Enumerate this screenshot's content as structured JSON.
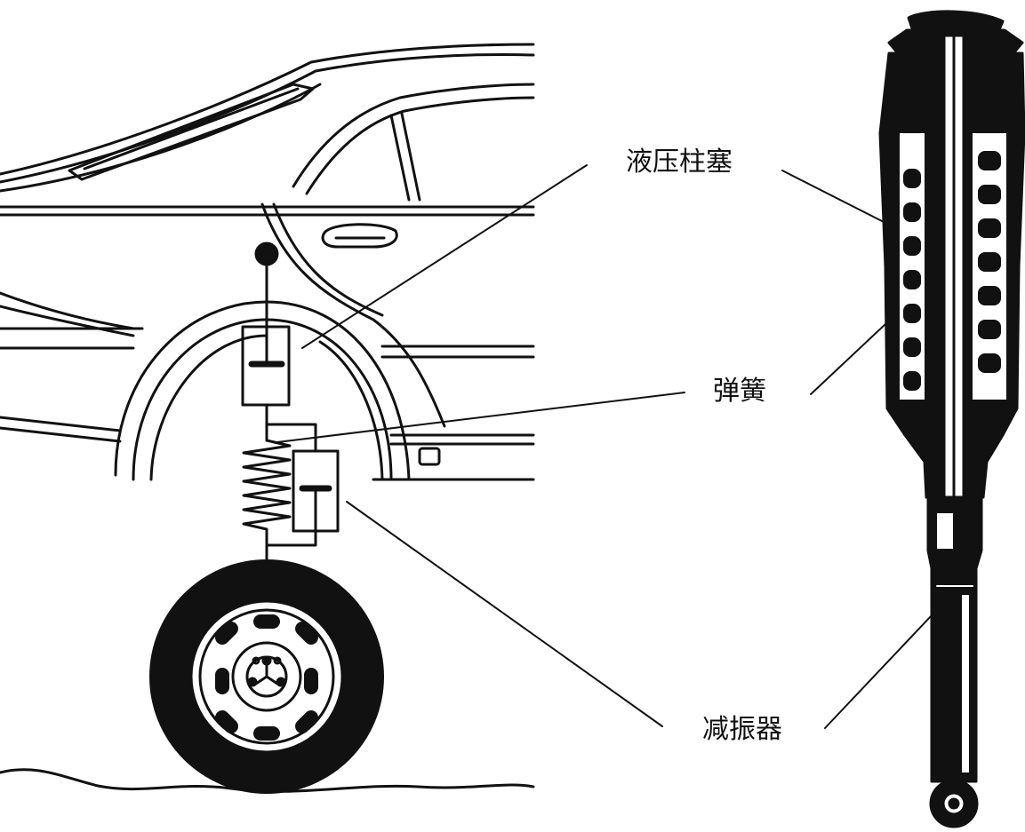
{
  "labels": {
    "hydraulic_plunger": "液压柱塞",
    "spring": "弹簧",
    "shock_absorber": "减振器"
  },
  "colors": {
    "ink": "#111111",
    "paper": "#ffffff"
  }
}
